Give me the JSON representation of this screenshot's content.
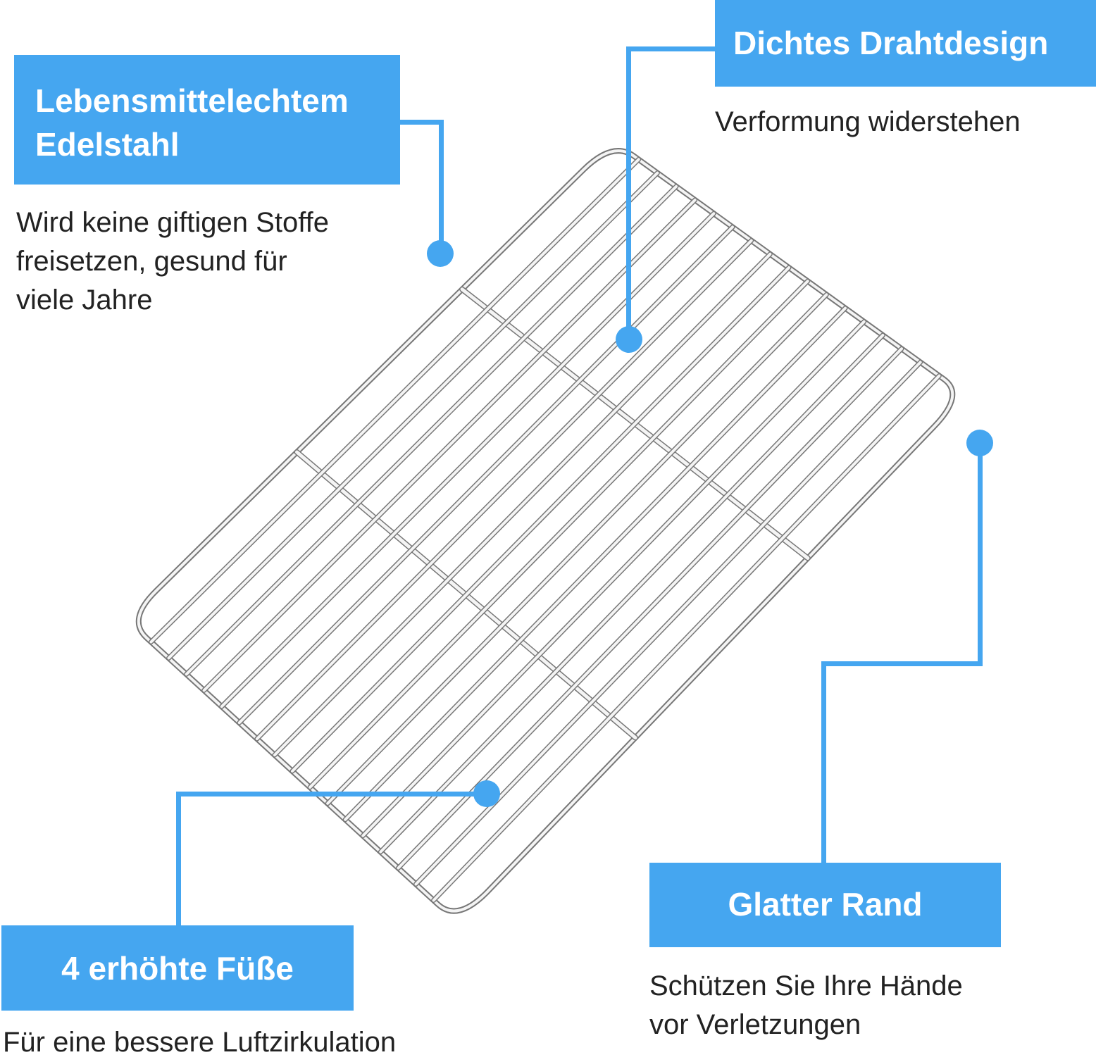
{
  "accent_color": "#45a6f0",
  "features": [
    {
      "title_lines": [
        "Lebensmittelechtem",
        "Edelstahl"
      ],
      "description_lines": [
        "Wird keine giftigen Stoffe",
        "freisetzen, gesund für",
        "viele Jahre"
      ]
    },
    {
      "title": "Dichtes Drahtdesign",
      "description": "Verformung widerstehen"
    },
    {
      "title": "Glatter Rand",
      "description_lines": [
        "Schützen Sie Ihre Hände",
        "vor Verletzungen"
      ]
    },
    {
      "title": "4 erhöhte Füße",
      "description": "Für eine bessere Luftzirkulation"
    }
  ]
}
